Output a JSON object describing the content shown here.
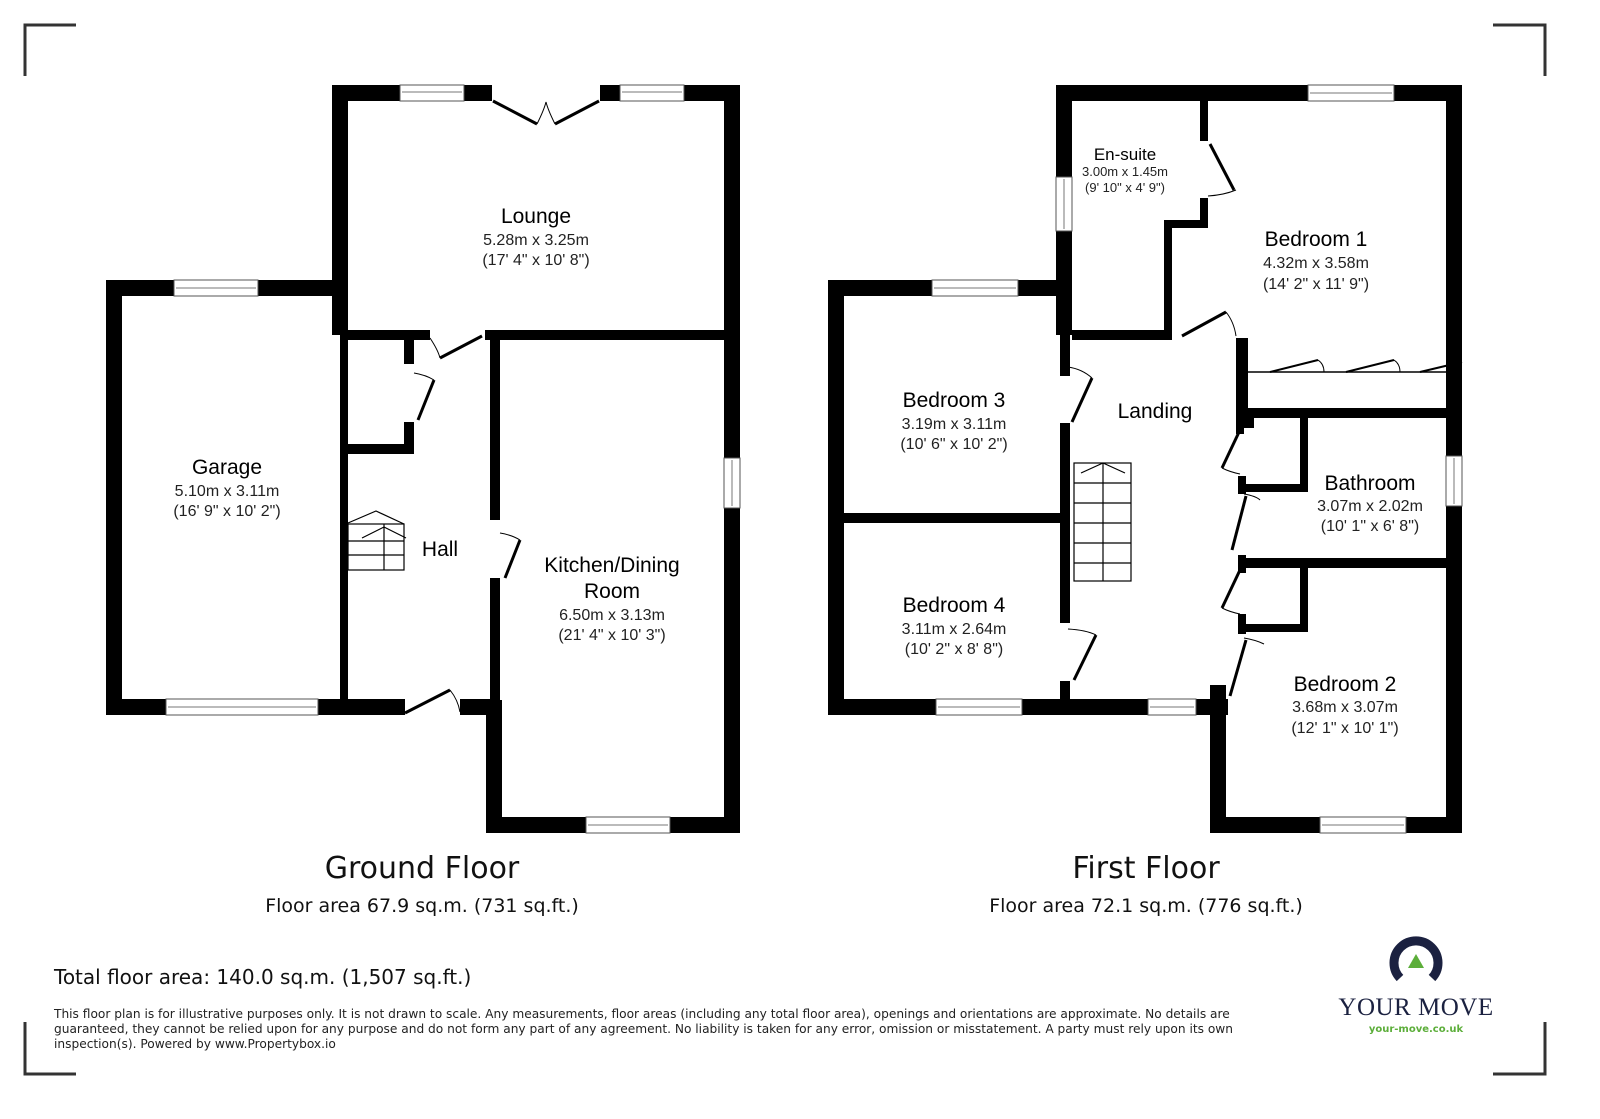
{
  "ground_floor": {
    "title": "Ground Floor",
    "area": "Floor area 67.9 sq.m. (731 sq.ft.)",
    "rooms": {
      "lounge": {
        "name": "Lounge",
        "metric": "5.28m x 3.25m",
        "imperial": "(17' 4\" x 10' 8\")"
      },
      "garage": {
        "name": "Garage",
        "metric": "5.10m x 3.11m",
        "imperial": "(16' 9\" x 10' 2\")"
      },
      "hall": {
        "name": "Hall"
      },
      "kitchen": {
        "name_line1": "Kitchen/Dining",
        "name_line2": "Room",
        "metric": "6.50m x 3.13m",
        "imperial": "(21' 4\" x 10' 3\")"
      }
    }
  },
  "first_floor": {
    "title": "First Floor",
    "area": "Floor area 72.1 sq.m. (776 sq.ft.)",
    "rooms": {
      "ensuite": {
        "name": "En-suite",
        "metric": "3.00m x 1.45m",
        "imperial": "(9' 10\" x 4' 9\")"
      },
      "bedroom1": {
        "name": "Bedroom 1",
        "metric": "4.32m x 3.58m",
        "imperial": "(14' 2\" x 11' 9\")"
      },
      "bedroom3": {
        "name": "Bedroom 3",
        "metric": "3.19m x 3.11m",
        "imperial": "(10' 6\" x 10' 2\")"
      },
      "landing": {
        "name": "Landing"
      },
      "bathroom": {
        "name": "Bathroom",
        "metric": "3.07m x 2.02m",
        "imperial": "(10' 1\" x 6' 8\")"
      },
      "bedroom4": {
        "name": "Bedroom 4",
        "metric": "3.11m x 2.64m",
        "imperial": "(10' 2\" x 8' 8\")"
      },
      "bedroom2": {
        "name": "Bedroom 2",
        "metric": "3.68m x 3.07m",
        "imperial": "(12' 1\" x 10' 1\")"
      }
    }
  },
  "total_area": "Total floor area: 140.0 sq.m. (1,507 sq.ft.)",
  "disclaimer": "This floor plan is for illustrative purposes only. It is not drawn to scale. Any measurements, floor areas (including any total floor area), openings and orientations are approximate. No details are guaranteed, they cannot be relied upon for any purpose and do not form any part of any agreement. No liability is taken for any error, omission or misstatement. A party must rely upon its own inspection(s). Powered by www.Propertybox.io",
  "logo": {
    "name": "YOUR MOVE",
    "url": "your-move.co.uk",
    "colors": {
      "navy": "#1b2140",
      "green": "#5cae3a"
    }
  }
}
